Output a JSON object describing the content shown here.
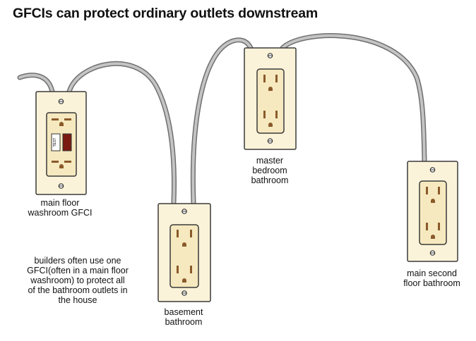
{
  "title": "GFCIs can protect ordinary outlets downstream",
  "outlets": {
    "gfci": {
      "type": "GFCI",
      "button_text": "TEST",
      "label": [
        "main floor",
        "washroom GFCI"
      ]
    },
    "basement": {
      "type": "standard duplex",
      "label": [
        "basement",
        "bathroom"
      ]
    },
    "master": {
      "type": "standard duplex",
      "label": [
        "master",
        "bedroom",
        "bathroom"
      ]
    },
    "second": {
      "type": "standard duplex",
      "label": [
        "main second",
        "floor bathroom"
      ]
    }
  },
  "note": {
    "lines": [
      "builders often use one",
      "GFCI(often in a main floor",
      "washroom) to protect all",
      "of the bathroom outlets in",
      "the house"
    ]
  },
  "colors": {
    "plate": "#fbf3d9",
    "receptacle": "#f6e9bf",
    "slot": "#8a5a2b",
    "cable": "#b8b8b8",
    "test_button": "#7a1a12"
  }
}
